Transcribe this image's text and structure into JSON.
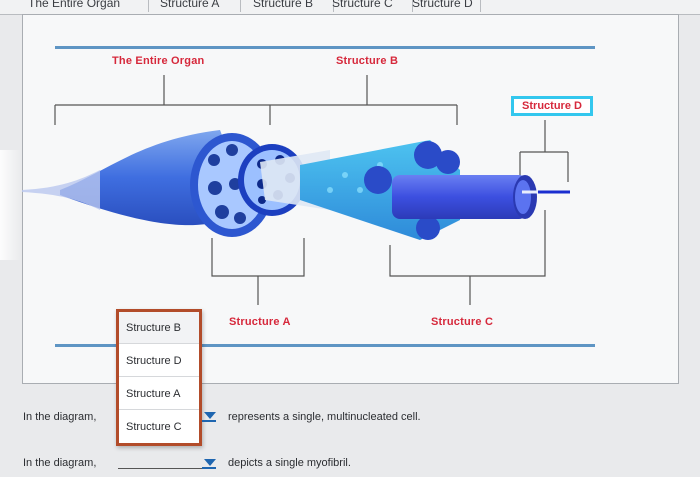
{
  "tabs": [
    "The Entire Organ",
    "Structure A",
    "Structure B",
    "Structure C",
    "Structure D"
  ],
  "diagram": {
    "labels": {
      "entire_organ": "The Entire Organ",
      "structure_b": "Structure B",
      "structure_d": "Structure D",
      "structure_a": "Structure A",
      "structure_c": "Structure C"
    }
  },
  "dropdown": {
    "options": [
      "Structure B",
      "Structure D",
      "Structure A",
      "Structure C"
    ]
  },
  "questions": [
    {
      "prefix": "In the diagram,",
      "suffix": "represents a single, multinucleated cell."
    },
    {
      "prefix": "In the diagram,",
      "suffix": "depicts a single myofibril."
    }
  ],
  "colors": {
    "label_red": "#d6283b",
    "accent_blue": "#5e95c4",
    "highlight_cyan": "#33c7ee",
    "dropdown_border": "#b24c2a"
  }
}
